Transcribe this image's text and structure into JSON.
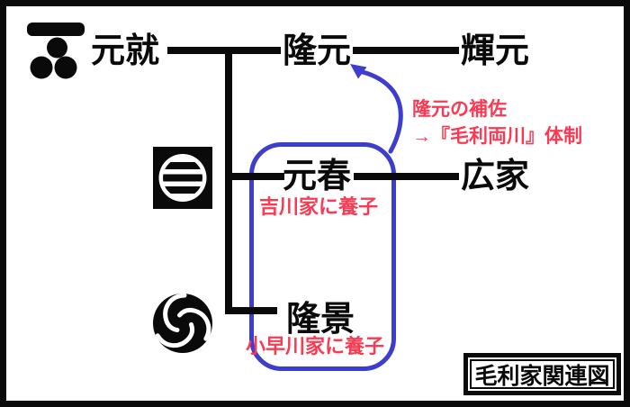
{
  "diagram_title": "毛利家関連図",
  "colors": {
    "connector_black": "#0a0a0a",
    "group_and_arrow_blue": "#3d3dce",
    "annotation_red": "#f93a52",
    "background": "#ffffff"
  },
  "people": {
    "motonari": {
      "label": "元就"
    },
    "takamoto": {
      "label": "隆元"
    },
    "terumoto": {
      "label": "輝元"
    },
    "motoharu": {
      "label": "元春",
      "note": "吉川家に養子"
    },
    "hiroie": {
      "label": "広家"
    },
    "takakage": {
      "label": "隆景",
      "note": "小早川家に養子"
    }
  },
  "annotation": {
    "line1": "隆元の補佐",
    "line2": "→『毛利両川』体制"
  },
  "caption": {
    "label": "毛利家関連図"
  },
  "icons": {
    "mori_crest": "mori-clan-crest (one bar over three stars)",
    "kikkawa_crest": "kikkawa-clan-crest (circle with three horizontal bars)",
    "kobayakawa_crest": "kobayakawa-clan-crest (mitsudomoe swirl)"
  },
  "relations": [
    "元就 — 隆元 — 輝元",
    "元就 — 元春 — 広家",
    "元就 — 隆景",
    "元春・隆景 → 隆元の補佐 →『毛利両川』体制"
  ]
}
